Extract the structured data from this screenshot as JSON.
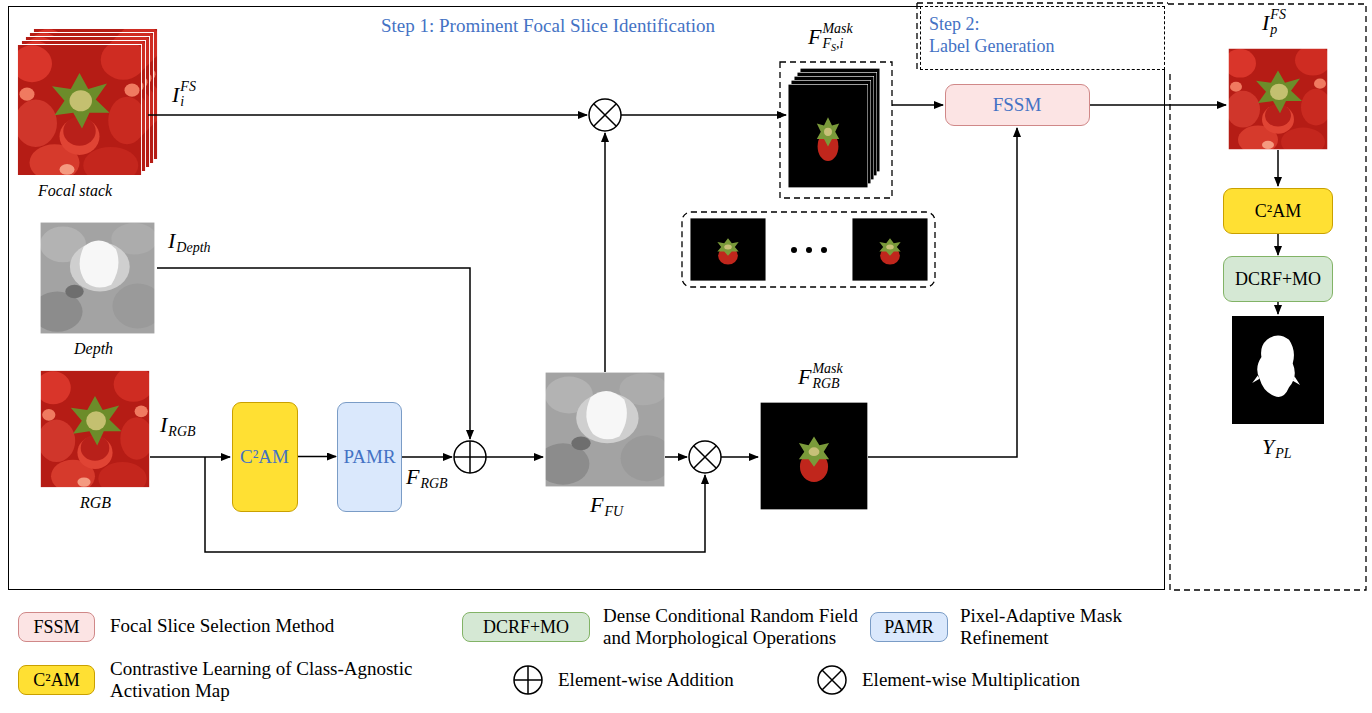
{
  "diagram": {
    "nodes": [
      {
        "text": [
          "Step 1: Prominent Focal Slice Identification"
        ]
      },
      {
        "text": [
          "Step 2:",
          "Label Generation"
        ]
      },
      {
        "text": [
          "C²AM"
        ],
        "in": 0
      },
      {
        "text": [
          "PAMR"
        ],
        "in": 0
      },
      {
        "text": [
          "FSSM"
        ],
        "in": 0
      },
      {
        "text": [
          "C²AM"
        ]
      },
      {
        "text": [
          "DCRF+MO"
        ]
      }
    ],
    "edges": [
      {
        "from": 2,
        "to": 3,
        "arrow": "to"
      },
      {
        "from": 5,
        "to": 6,
        "arrow": "to"
      }
    ],
    "labels": [
      "I",
      "FS",
      "i",
      "Focal stack",
      "I",
      "Depth",
      "Depth",
      "I",
      "RGB",
      "RGB",
      "F",
      "RGB",
      "F",
      "FU",
      "F",
      "Mask",
      "RGB",
      "F",
      "Mask",
      "F",
      "S",
      ",i",
      "I",
      "FS",
      "p",
      "Y",
      "PL",
      "FSSM",
      "DCRF+MO",
      "PAMR",
      "C²AM"
    ],
    "legend": [
      {
        "text": "Focal Slice Selection Method",
        "color": "#FCE4E4"
      },
      {
        "text": "Dense Conditional Random Field and Morphological Operations",
        "color": "#D5E8D4"
      },
      {
        "text": "Pixel-Adaptive Mask Refinement",
        "color": "#DAE8FC"
      },
      {
        "text": "Contrastive Learning of Class-Agnostic Activation Map",
        "color": "#FFE033"
      },
      {
        "text": "Element-wise Addition"
      },
      {
        "text": "Element-wise Multiplication"
      }
    ]
  }
}
